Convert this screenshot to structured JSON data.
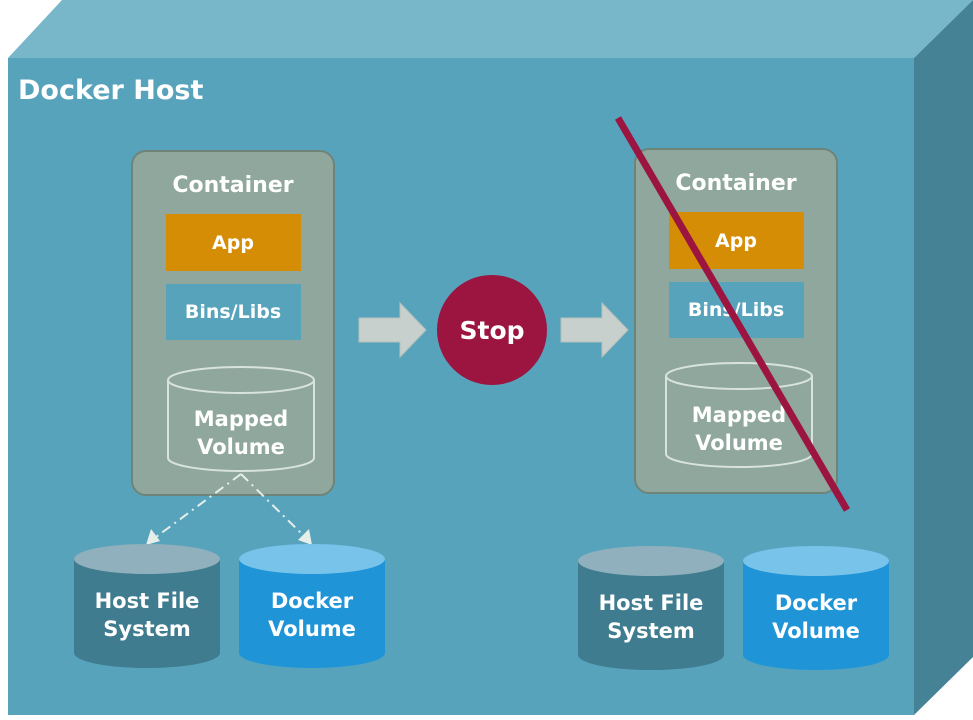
{
  "host": {
    "title": "Docker Host"
  },
  "before": {
    "container_title": "Container",
    "app_label": "App",
    "libs_label": "Bins/Libs",
    "mapped_line1": "Mapped",
    "mapped_line2": "Volume",
    "host_fs_line1": "Host File",
    "host_fs_line2": "System",
    "docker_vol_line1": "Docker",
    "docker_vol_line2": "Volume"
  },
  "stop": {
    "label": "Stop"
  },
  "after": {
    "container_title": "Container",
    "app_label": "App",
    "libs_label": "Bins/Libs",
    "mapped_line1": "Mapped",
    "mapped_line2": "Volume",
    "host_fs_line1": "Host File",
    "host_fs_line2": "System",
    "docker_vol_line1": "Docker",
    "docker_vol_line2": "Volume"
  },
  "colors": {
    "host_front": "#58a3bc",
    "host_top": "#78b7ca",
    "host_side": "#458295",
    "container_fill": "#8fa79c",
    "app": "#d68d06",
    "libs": "#58a3bc",
    "host_fs": "#3f7c8f",
    "docker_volume": "#1f95d8",
    "stop": "#9b1540",
    "strike": "#9b1540",
    "arrow": "#c7d0cc"
  }
}
